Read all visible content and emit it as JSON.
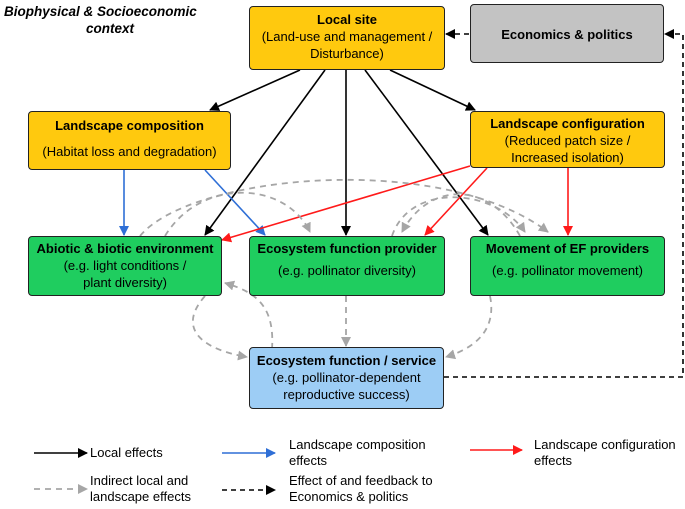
{
  "context": {
    "line1": "Biophysical & Socioeconomic",
    "line2": "context"
  },
  "boxes": {
    "local_site": {
      "title": "Local site",
      "line1": "(Land-use and management /",
      "line2": "Disturbance)"
    },
    "economics": {
      "title": "Economics & politics"
    },
    "landscape_composition": {
      "title": "Landscape composition",
      "line1": "(Habitat loss and degradation)"
    },
    "landscape_configuration": {
      "title": "Landscape configuration",
      "line1": "(Reduced patch size /",
      "line2": "Increased isolation)"
    },
    "abiotic": {
      "title": "Abiotic & biotic environment",
      "line1": "(e.g. light conditions /",
      "line2": "plant diversity)"
    },
    "ef_provider": {
      "title": "Ecosystem function provider",
      "line1": "(e.g. pollinator diversity)"
    },
    "movement": {
      "title": "Movement of EF providers",
      "line1": "(e.g. pollinator movement)"
    },
    "service": {
      "title": "Ecosystem function / service",
      "line1": "(e.g. pollinator-dependent",
      "line2": "reproductive success)"
    }
  },
  "legend": {
    "local": "Local effects",
    "composition_l1": "Landscape composition",
    "composition_l2": "effects",
    "configuration_l1": "Landscape configuration",
    "configuration_l2": "effects",
    "indirect_l1": "Indirect local and",
    "indirect_l2": "landscape effects",
    "feedback_l1": "Effect of and feedback to",
    "feedback_l2": "Economics & politics"
  },
  "colors": {
    "local": "#000000",
    "composition": "#2f6fd6",
    "configuration": "#ff1a1a",
    "indirect": "#a6a6a6",
    "feedback": "#000000",
    "yellow_box": "#ffc90e",
    "green_box": "#1fcd5f",
    "blue_box": "#9dcdf5",
    "gray_box": "#c3c3c3"
  }
}
